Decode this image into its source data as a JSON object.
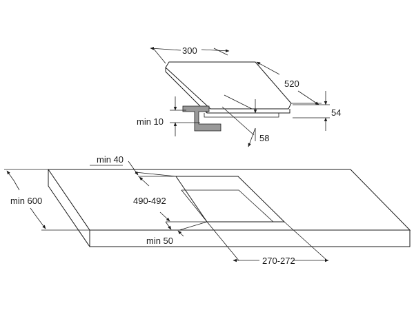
{
  "dimensions": {
    "hob_width": "300",
    "hob_depth": "520",
    "hob_height": "54",
    "hob_overhang": "58",
    "clearance_below": "min 10",
    "edge_distance": "min 40",
    "worktop_depth": "min 600",
    "cutout_depth": "490-492",
    "front_distance": "min 50",
    "cutout_width": "270-272"
  },
  "colors": {
    "line": "#1a1a1a",
    "bracket_fill": "#999999",
    "background": "#ffffff"
  }
}
